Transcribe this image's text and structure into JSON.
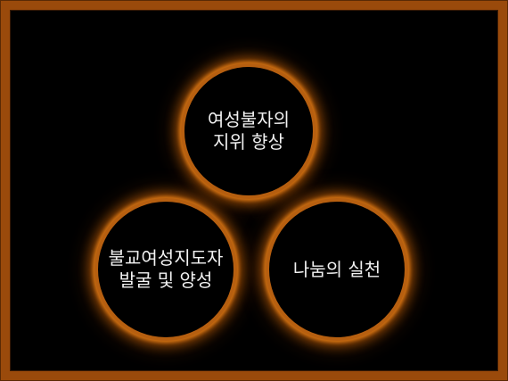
{
  "diagram": {
    "nodes": [
      {
        "lines": [
          "여성불자의",
          "지위 향상"
        ]
      },
      {
        "lines": [
          "불교여성지도자",
          "발굴 및 양성"
        ]
      },
      {
        "lines": [
          "나눔의 실천"
        ]
      }
    ]
  }
}
